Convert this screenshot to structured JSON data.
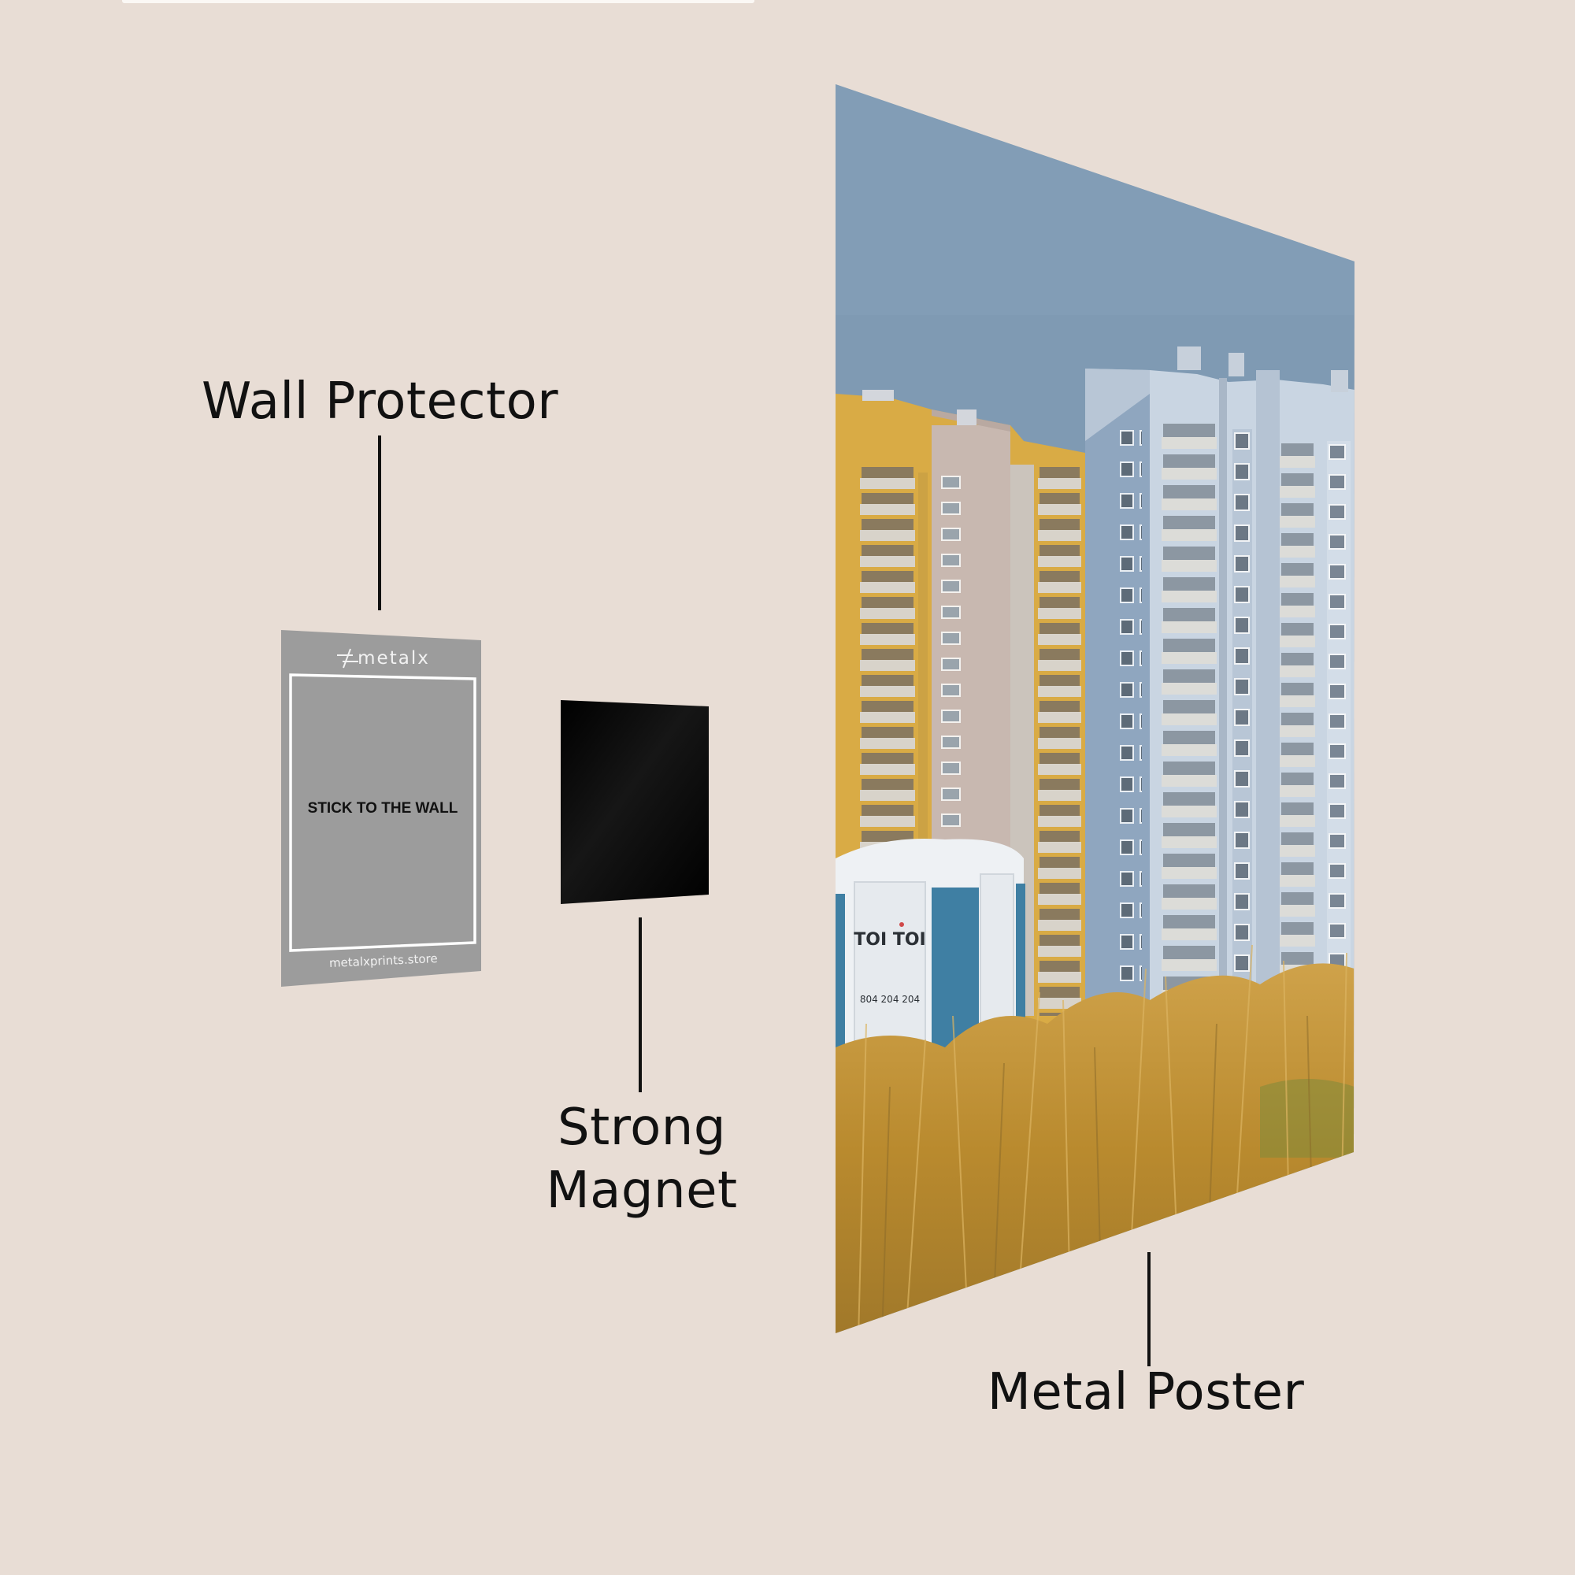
{
  "labels": {
    "wall_protector": "Wall Protector",
    "strong_magnet_line1": "Strong",
    "strong_magnet_line2": "Magnet",
    "metal_poster": "Metal Poster"
  },
  "wall_protector_card": {
    "brand_logo_text": "metalx",
    "center_text": "STICK TO THE WALL",
    "footer_text": "metalxprints.store"
  },
  "poster_image": {
    "toilet_brand": "TOI TOI",
    "toilet_phone": "804 204 204"
  },
  "colors": {
    "background": "#e8ddd5",
    "protector": "#9c9c9c",
    "magnet": "#050505",
    "sky": "#7f9ab3",
    "yellow_building": "#d9ab45",
    "beige_building": "#c8b8b0",
    "white_building": "#c9d5e2",
    "shaded_building": "#8fa6bf",
    "toilet_blue": "#3f7fa3",
    "grass": "#c49331"
  }
}
